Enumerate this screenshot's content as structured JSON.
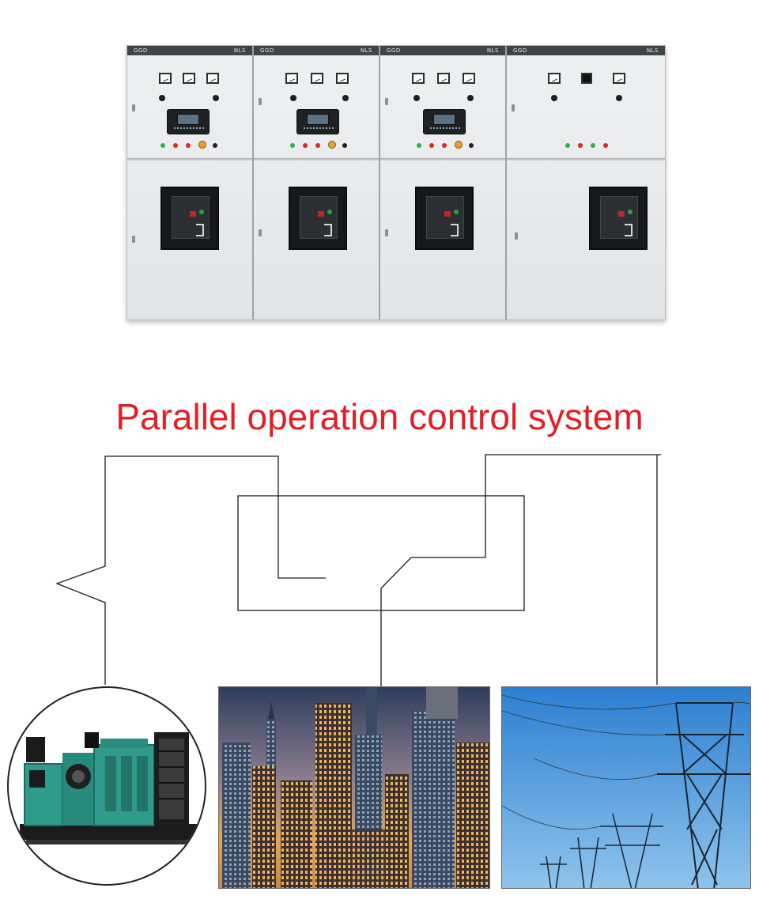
{
  "title": "Parallel operation control system",
  "cabinets": [
    {
      "left_label": "GGD",
      "right_label": "NLS"
    },
    {
      "left_label": "GGD",
      "right_label": "NLS"
    },
    {
      "left_label": "GGD",
      "right_label": "NLS"
    },
    {
      "left_label": "GGD",
      "right_label": "NLS"
    }
  ],
  "colors": {
    "title": "#e31e24",
    "cabinet_body": "#e6e8ea",
    "generator": "#2f9b8c",
    "sky_city": "#2f3d5c",
    "sky_grid": "#2d7fd1"
  },
  "icons": {
    "generator": "generator-set-image",
    "city": "city-skyline-image",
    "grid": "power-transmission-tower-image",
    "switch": "transfer-switch-symbol"
  }
}
